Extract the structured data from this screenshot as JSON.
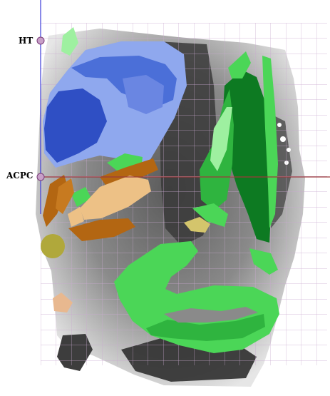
{
  "markers": {
    "ht_label": "HT",
    "acpc_label": "ACPC"
  },
  "colors": {
    "grid": "#c9a9cf",
    "marker_fill": "#c8a0c8",
    "marker_stroke": "#7a3c7a",
    "vertical_axis": "#3b3bd9",
    "acpc_line": "#9c3a3a",
    "slice_light": "#d8d8d8",
    "slice_dark": "#303030",
    "light_blue": "#8fa8ee",
    "mid_blue": "#4b6fd8",
    "dark_blue": "#2f4fc4",
    "bright_green": "#4bd657",
    "mid_green": "#2fb43f",
    "dark_green": "#0d7a22",
    "pale_green": "#9ef0a0",
    "tan": "#edc186",
    "brown": "#b36612",
    "olive": "#b0a83b",
    "khaki": "#d4c56c",
    "peach": "#e8b88f"
  },
  "icons": {
    "ht_marker": "circle-marker",
    "acpc_marker": "circle-marker"
  }
}
